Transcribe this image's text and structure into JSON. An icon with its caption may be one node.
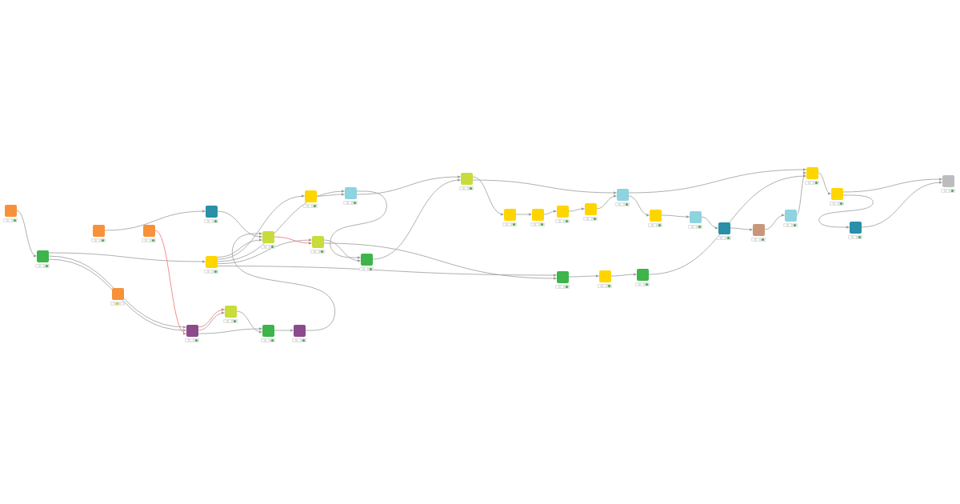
{
  "diagram": {
    "nodes": [
      {
        "text": [],
        "shape": "box"
      },
      {
        "text": [],
        "shape": "box"
      },
      {
        "text": [],
        "shape": "box"
      },
      {
        "text": [],
        "shape": "box"
      },
      {
        "text": [],
        "shape": "box"
      },
      {
        "text": [],
        "shape": "box"
      },
      {
        "text": [],
        "shape": "box"
      },
      {
        "text": [],
        "shape": "box"
      },
      {
        "text": [],
        "shape": "box"
      },
      {
        "text": [],
        "shape": "box"
      },
      {
        "text": [],
        "shape": "box"
      },
      {
        "text": [],
        "shape": "box"
      },
      {
        "text": [],
        "shape": "box"
      },
      {
        "text": [],
        "shape": "box"
      },
      {
        "text": [],
        "shape": "box"
      },
      {
        "text": [],
        "shape": "box"
      },
      {
        "text": [],
        "shape": "box"
      },
      {
        "text": [],
        "shape": "box"
      },
      {
        "text": [],
        "shape": "box"
      },
      {
        "text": [],
        "shape": "box"
      },
      {
        "text": [],
        "shape": "box"
      },
      {
        "text": [],
        "shape": "box"
      },
      {
        "text": [],
        "shape": "box"
      },
      {
        "text": [],
        "shape": "box"
      },
      {
        "text": [],
        "shape": "box"
      },
      {
        "text": [],
        "shape": "box"
      },
      {
        "text": [],
        "shape": "box"
      },
      {
        "text": [],
        "shape": "box"
      },
      {
        "text": [],
        "shape": "box"
      },
      {
        "text": [],
        "shape": "box"
      },
      {
        "text": [],
        "shape": "box"
      },
      {
        "text": [],
        "shape": "box"
      },
      {
        "text": [],
        "shape": "box"
      },
      {
        "text": [],
        "shape": "box"
      }
    ],
    "edges": [
      {
        "from": 0,
        "to": 1,
        "arrow": "to"
      },
      {
        "from": 1,
        "to": 6,
        "arrow": "to"
      },
      {
        "from": 1,
        "to": 12,
        "arrow": "to"
      },
      {
        "from": 1,
        "to": 12,
        "arrow": "to"
      },
      {
        "from": 3,
        "to": 12,
        "arrow": "to",
        "color": "#f07070"
      },
      {
        "from": 2,
        "to": 5,
        "arrow": "to"
      },
      {
        "from": 12,
        "to": 13,
        "arrow": "to",
        "color": "#f07070"
      },
      {
        "from": 12,
        "to": 13,
        "arrow": "to"
      },
      {
        "from": 12,
        "to": 14,
        "arrow": "to"
      },
      {
        "from": 13,
        "to": 14,
        "arrow": "to"
      },
      {
        "from": 14,
        "to": 15,
        "arrow": "to"
      },
      {
        "from": 15,
        "to": 7,
        "arrow": "to"
      },
      {
        "from": 5,
        "to": 7,
        "arrow": "to"
      },
      {
        "from": 6,
        "to": 7,
        "arrow": "to"
      },
      {
        "from": 6,
        "to": 8,
        "arrow": "to"
      },
      {
        "from": 6,
        "to": 9,
        "arrow": "to"
      },
      {
        "from": 6,
        "to": 10,
        "arrow": "to"
      },
      {
        "from": 6,
        "to": 22,
        "arrow": "to"
      },
      {
        "from": 7,
        "to": 10,
        "arrow": "to",
        "color": "#f07070"
      },
      {
        "from": 8,
        "to": 9,
        "arrow": "to"
      },
      {
        "from": 9,
        "to": 11,
        "arrow": "to"
      },
      {
        "from": 9,
        "to": 16,
        "arrow": "to"
      },
      {
        "from": 10,
        "to": 11,
        "arrow": "to"
      },
      {
        "from": 10,
        "to": 22,
        "arrow": "to"
      },
      {
        "from": 11,
        "to": 16,
        "arrow": "to"
      },
      {
        "from": 16,
        "to": 17,
        "arrow": "to"
      },
      {
        "from": 16,
        "to": 21,
        "arrow": "to"
      },
      {
        "from": 17,
        "to": 18,
        "arrow": "to"
      },
      {
        "from": 18,
        "to": 19,
        "arrow": "to"
      },
      {
        "from": 19,
        "to": 20,
        "arrow": "to"
      },
      {
        "from": 20,
        "to": 21,
        "arrow": "to"
      },
      {
        "from": 21,
        "to": 30,
        "arrow": "to"
      },
      {
        "from": 21,
        "to": 25,
        "arrow": "to"
      },
      {
        "from": 25,
        "to": 26,
        "arrow": "to"
      },
      {
        "from": 26,
        "to": 27,
        "arrow": "to"
      },
      {
        "from": 27,
        "to": 28,
        "arrow": "to"
      },
      {
        "from": 28,
        "to": 29,
        "arrow": "to"
      },
      {
        "from": 29,
        "to": 30,
        "arrow": "to"
      },
      {
        "from": 22,
        "to": 23,
        "arrow": "to"
      },
      {
        "from": 23,
        "to": 24,
        "arrow": "to"
      },
      {
        "from": 24,
        "to": 30,
        "arrow": "to"
      },
      {
        "from": 30,
        "to": 31,
        "arrow": "to"
      },
      {
        "from": 31,
        "to": 33,
        "arrow": "to"
      },
      {
        "from": 31,
        "to": 32,
        "arrow": "to"
      },
      {
        "from": 32,
        "to": 33,
        "arrow": "to"
      }
    ]
  }
}
